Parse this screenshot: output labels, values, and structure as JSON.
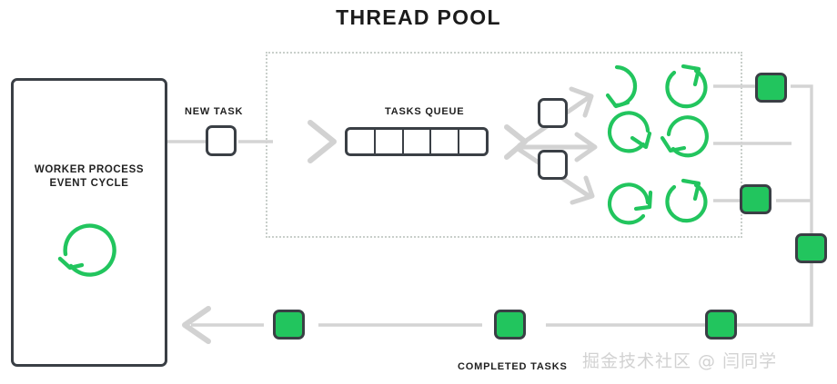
{
  "diagram": {
    "title": "THREAD POOL",
    "watermark": "掘金技术社区 @ 闫同学",
    "colors": {
      "accent_green": "#22c55e",
      "outline_dark": "#3a3f45",
      "arrow_gray": "#cfcfcf",
      "wire_gray": "#d0d0d0",
      "dotted_border": "#c9cfcb",
      "background": "#ffffff",
      "watermark_gray": "#d2d2d2"
    }
  },
  "worker": {
    "label_line1": "WORKER PROCESS",
    "label_line2": "EVENT CYCLE",
    "icon": "refresh-cycle-icon"
  },
  "labels": {
    "new_task": "NEW TASK",
    "tasks_queue": "TASKS QUEUE",
    "completed_tasks": "COMPLETED TASKS"
  },
  "queue": {
    "cell_count": 5,
    "cells": [
      "",
      "",
      "",
      "",
      ""
    ]
  },
  "dispatch_tasks": [
    {
      "id": "dispatch-task-1",
      "state": "pending"
    },
    {
      "id": "dispatch-task-2",
      "state": "pending"
    }
  ],
  "threads": [
    {
      "id": "thread-1",
      "state": "running",
      "arrow": "counter-clockwise"
    },
    {
      "id": "thread-2",
      "state": "running",
      "arrow": "clockwise"
    },
    {
      "id": "thread-3",
      "state": "running",
      "arrow": "clockwise"
    },
    {
      "id": "thread-4",
      "state": "running",
      "arrow": "counter-clockwise"
    },
    {
      "id": "thread-5",
      "state": "running",
      "arrow": "clockwise"
    },
    {
      "id": "thread-6",
      "state": "running",
      "arrow": "clockwise"
    }
  ],
  "completed_tasks": [
    {
      "id": "completed-task-1",
      "state": "completed"
    },
    {
      "id": "completed-task-2",
      "state": "completed"
    },
    {
      "id": "completed-task-3",
      "state": "completed"
    },
    {
      "id": "completed-task-4",
      "state": "completed"
    },
    {
      "id": "completed-task-5",
      "state": "completed"
    },
    {
      "id": "completed-task-6",
      "state": "completed"
    }
  ],
  "new_task": {
    "id": "new-task-square",
    "state": "pending"
  }
}
